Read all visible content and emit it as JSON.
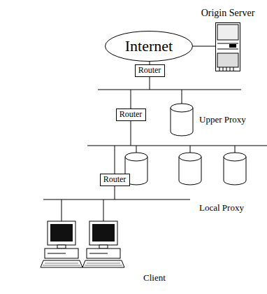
{
  "diagram": {
    "nodes": [
      {
        "text": [
          "Origin Server"
        ]
      },
      {
        "text": [
          "Internet"
        ]
      },
      {
        "text": [
          "Router"
        ]
      },
      {
        "text": [
          "Router"
        ]
      },
      {
        "text": [
          "Router"
        ]
      }
    ],
    "edges": [
      {
        "from": 1,
        "to": 0,
        "arrow": "none"
      },
      {
        "from": 1,
        "to": 2,
        "arrow": "none"
      }
    ],
    "labels": [
      "Upper Proxy",
      "Local Proxy",
      "Client"
    ]
  }
}
